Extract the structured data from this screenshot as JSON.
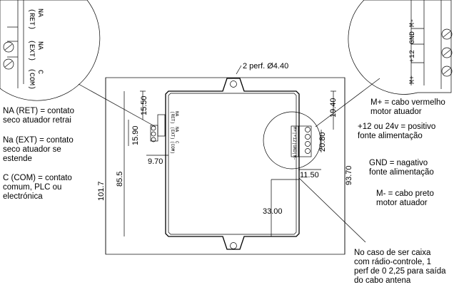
{
  "dimensions": {
    "hole": "2 perf. Ø4.40",
    "d15_50": "15.50",
    "d15_90": "15.90",
    "d9_70": "9.70",
    "d101_7": "101.7",
    "d85_5": "85.5",
    "d19_40": "19.40",
    "d20_80": "20.80",
    "d11_50": "11.50",
    "d93_70": "93.70",
    "d33_00": "33.00"
  },
  "terminal_labels": {
    "na_ret": "NA (RET)",
    "na_ext": "NA (EXT)",
    "c_com": "C (COM)",
    "m_plus": "M+",
    "plus12": "+12",
    "gnd": "GND",
    "m_minus": "M-",
    "small_left_1": "NA",
    "small_left_2": "NA",
    "small_left_3": "C",
    "small_left_sub1": "(RET)",
    "small_left_sub2": "(EXT)",
    "small_left_sub3": "(COM)",
    "small_right": "M+|+12|GND|M-"
  },
  "notes": {
    "na_ret": "NA (RET) = contato\nseco atuador retrai",
    "na_ext": "Na (EXT) = contato\nseco atuador se\nestende",
    "c_com": "C (COM) = contato\ncomum, PLC ou\nelectrónica",
    "m_plus": "M+ = cabo vermelho\nmotor atuador",
    "plus12": "+12 ou 24v = positivo\nfonte alimentação",
    "gnd": "GND = nagativo\nfonte alimentação",
    "m_minus": "M- = cabo preto\nmotor atuador",
    "radio": "No caso de ser caixa\ncom rádio-controle, 1\nperf de 0 2,25 para saída\ndo cabo antena"
  }
}
